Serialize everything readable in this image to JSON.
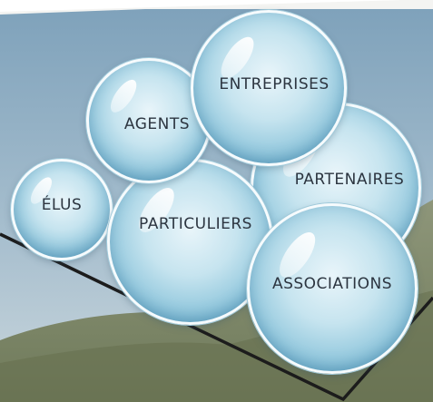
{
  "bubbles": {
    "elus": "ÉLUS",
    "agents": "AGENTS",
    "entreprises": "ENTREPRISES",
    "partenaires": "PARTENAIRES",
    "particuliers": "PARTICULIERS",
    "associations": "ASSOCIATIONS"
  },
  "colors": {
    "bubble": "#9fd0e3",
    "sky": "#9db8ca",
    "hill": "#7f8a6c",
    "frame": "#1c1c1c",
    "label": "#2c3540"
  }
}
